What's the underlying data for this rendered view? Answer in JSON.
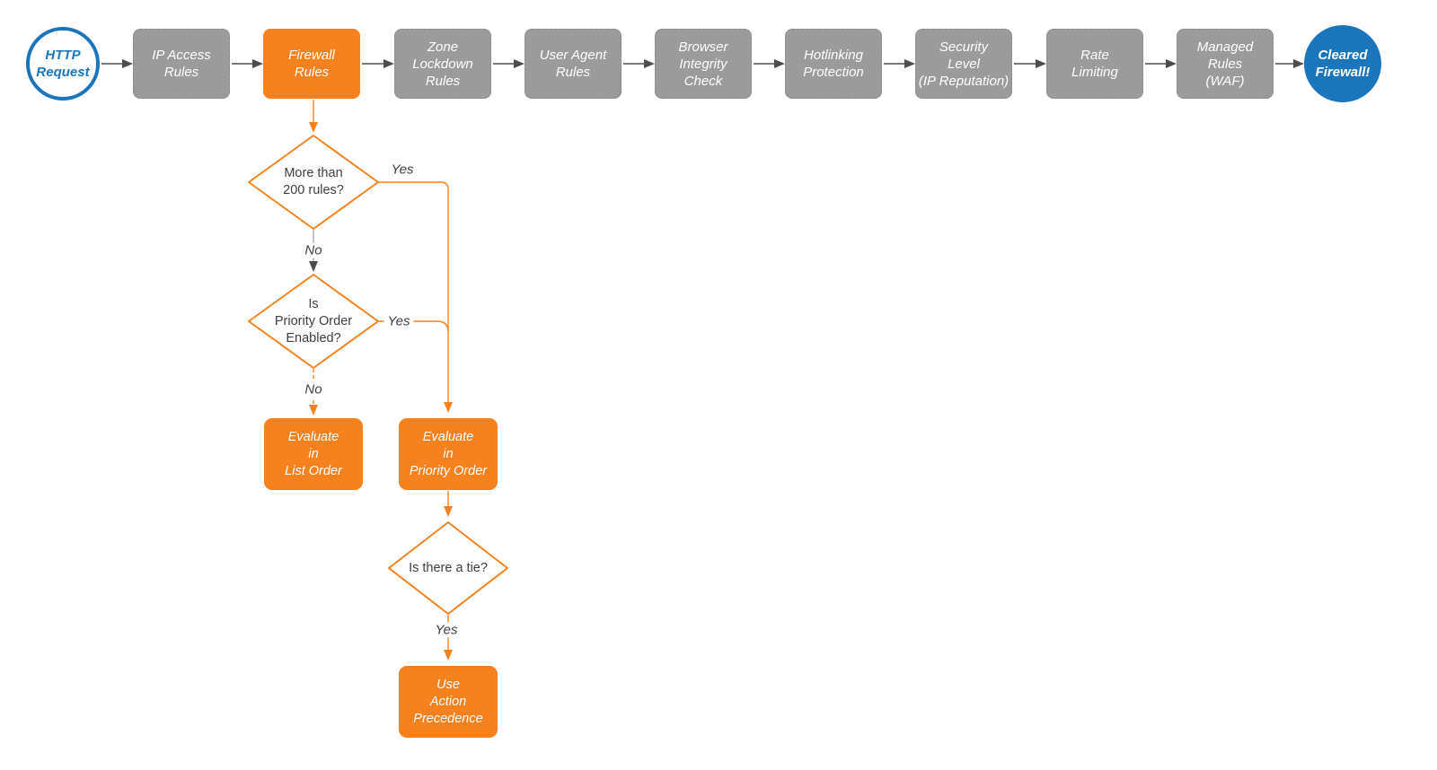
{
  "diagram": {
    "colors": {
      "orange": "#F6821F",
      "blue": "#1B75BB",
      "stage_gray": "#9B9B9B",
      "arrow_gray": "#4D4D4D",
      "text_dark": "#3C4043"
    },
    "start": {
      "label": "HTTP\nRequest"
    },
    "end": {
      "label": "Cleared\nFirewall!"
    },
    "pipeline": [
      {
        "label": "IP Access\nRules",
        "highlight": false
      },
      {
        "label": "Firewall\nRules",
        "highlight": true
      },
      {
        "label": "Zone\nLockdown\nRules",
        "highlight": false
      },
      {
        "label": "User Agent\nRules",
        "highlight": false
      },
      {
        "label": "Browser\nIntegrity\nCheck",
        "highlight": false
      },
      {
        "label": "Hotlinking\nProtection",
        "highlight": false
      },
      {
        "label": "Security\nLevel\n(IP Reputation)",
        "highlight": false
      },
      {
        "label": "Rate\nLimiting",
        "highlight": false
      },
      {
        "label": "Managed\nRules\n(WAF)",
        "highlight": false
      }
    ],
    "decisions": [
      {
        "label": "More than\n200 rules?"
      },
      {
        "label": "Is\nPriority Order\nEnabled?"
      },
      {
        "label": "Is there a tie?"
      }
    ],
    "actions": [
      {
        "label": "Evaluate\nin\nList Order"
      },
      {
        "label": "Evaluate\nin\nPriority Order"
      },
      {
        "label": "Use\nAction\nPrecedence"
      }
    ],
    "edge_labels": {
      "yes1": "Yes",
      "no1": "No",
      "yes2": "Yes",
      "no2": "No",
      "yes3": "Yes"
    }
  }
}
